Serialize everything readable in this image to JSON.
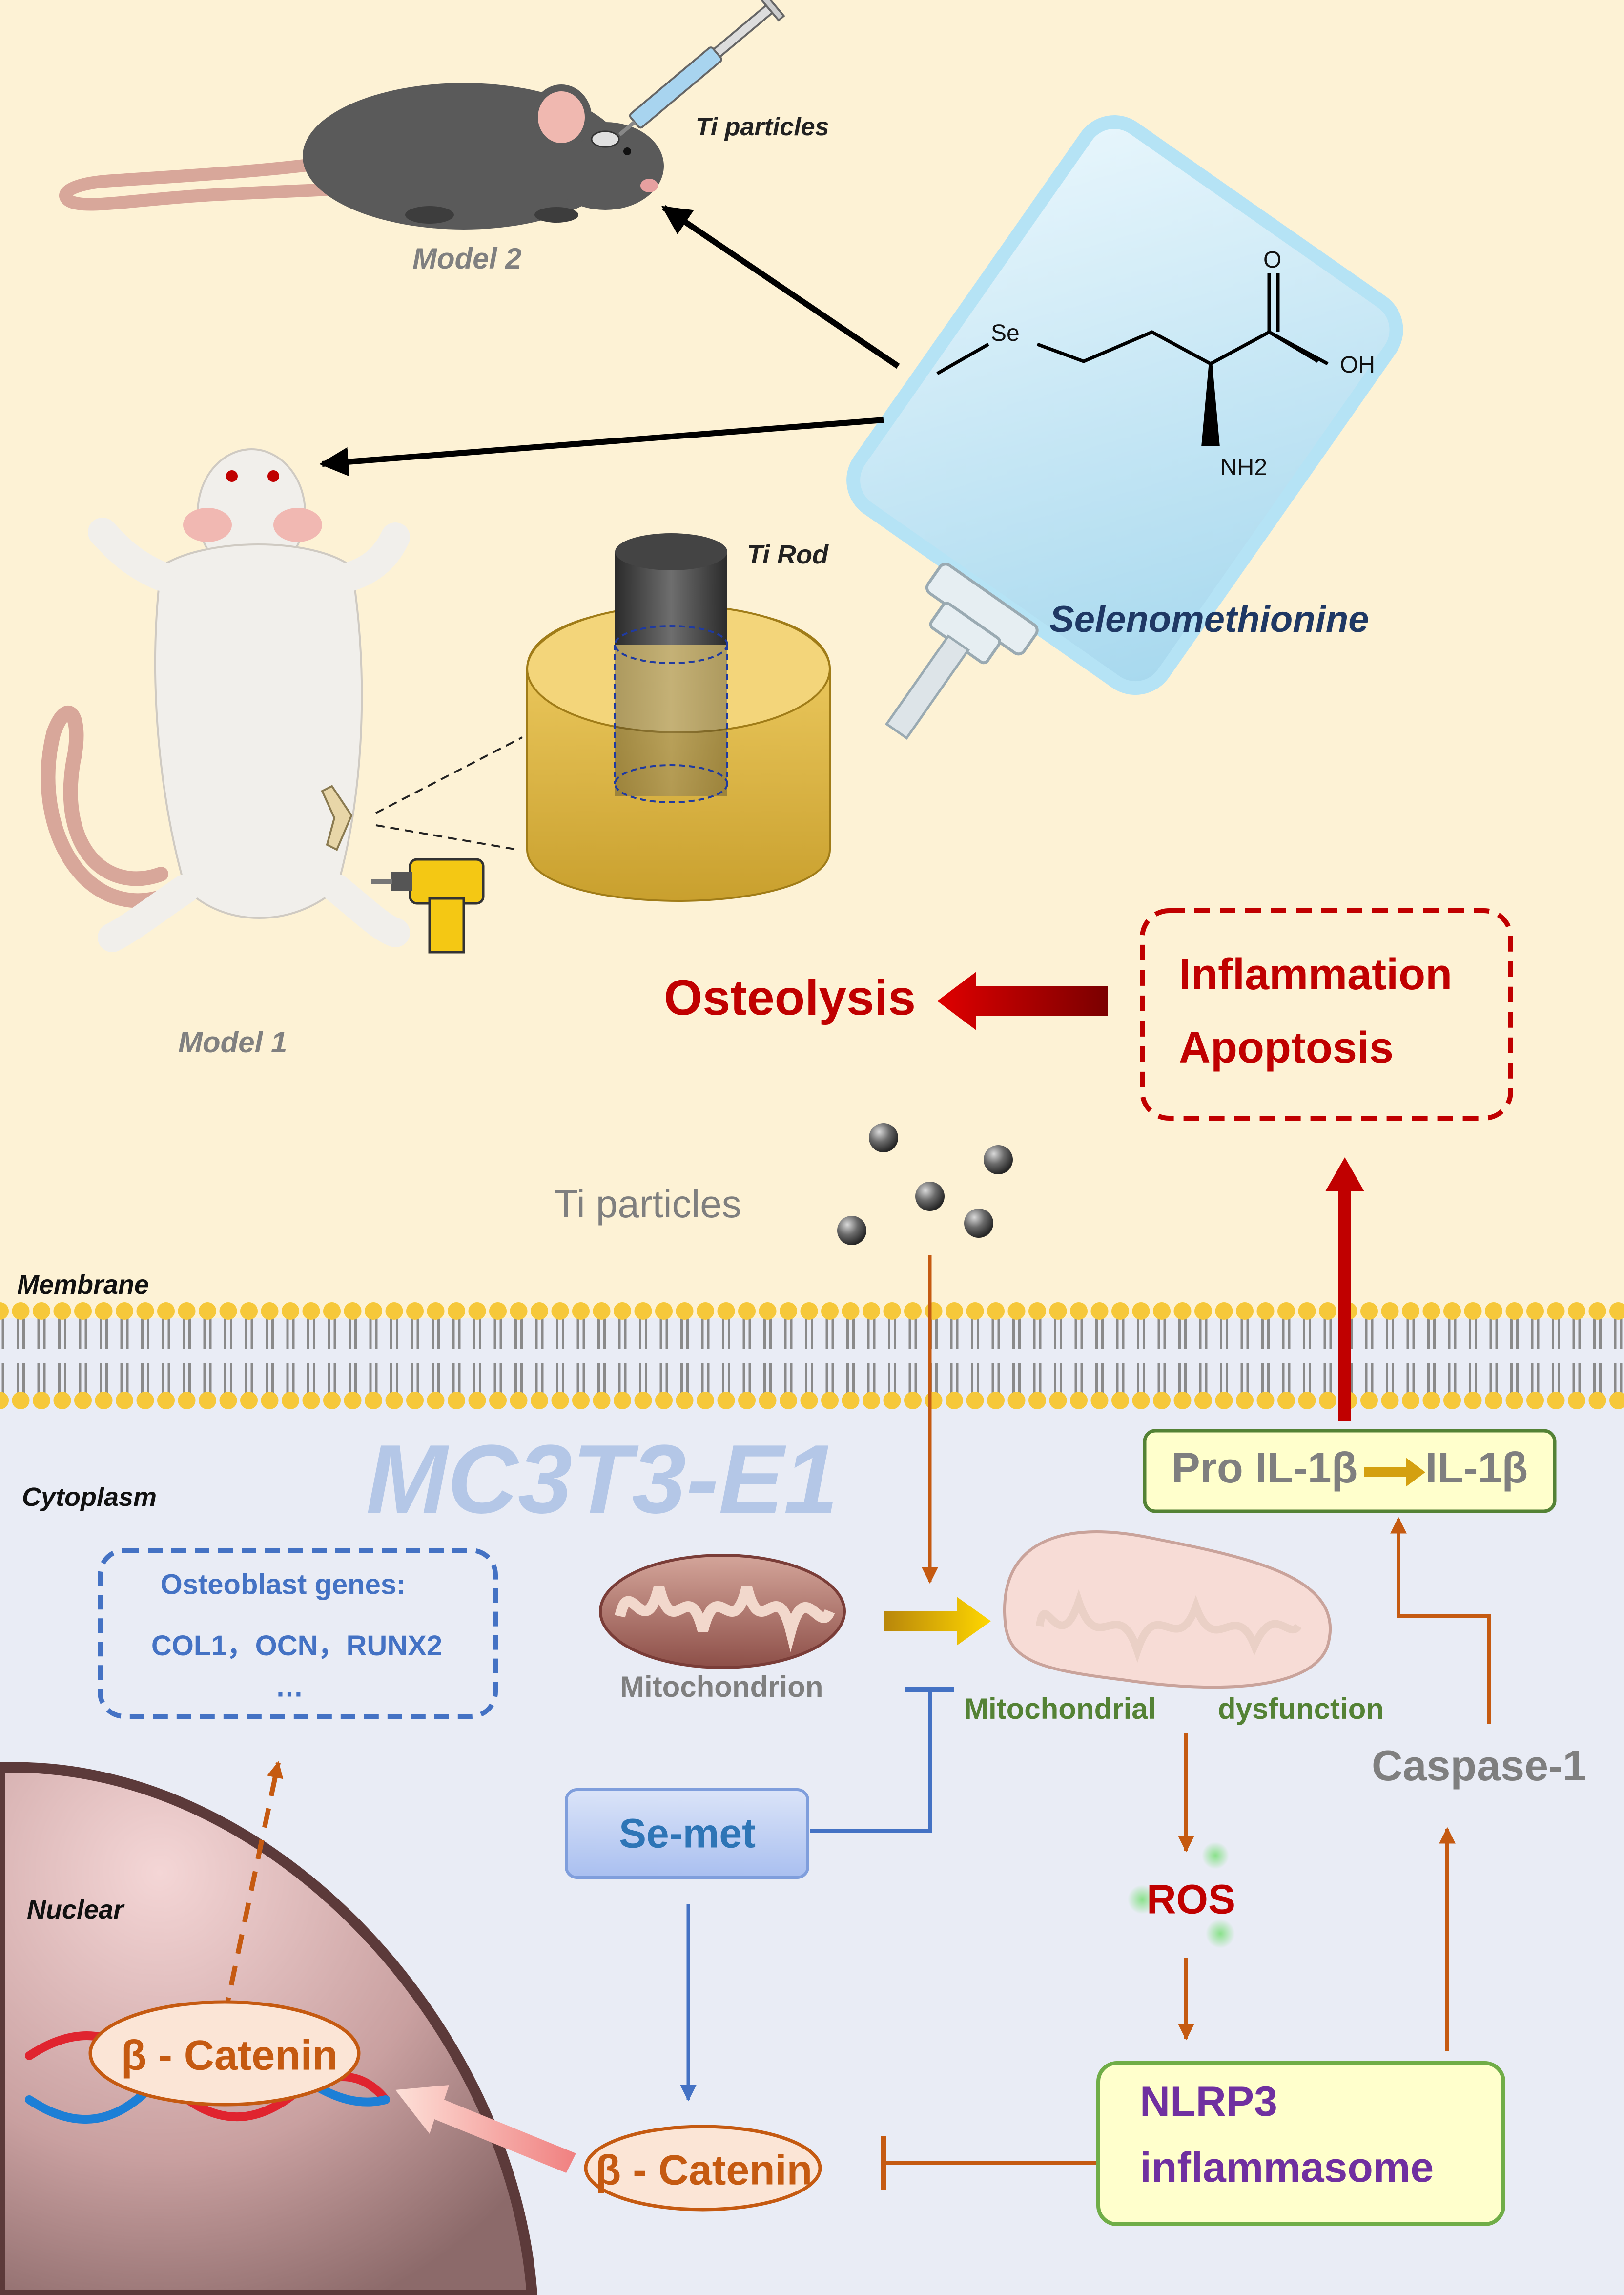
{
  "labels": {
    "ti_particles_top": "Ti particles",
    "model2": "Model 2",
    "model1": "Model 1",
    "ti_rod": "Ti Rod",
    "selenomethionine": "Selenomethionine",
    "se": "Se",
    "oh": "OH",
    "o": "O",
    "nh2": "NH2",
    "osteolysis": "Osteolysis",
    "inflammation": "Inflammation",
    "apoptosis": "Apoptosis",
    "ti_particles_mid": "Ti particles",
    "membrane": "Membrane",
    "cytoplasm": "Cytoplasm",
    "cell_line": "MC3T3-E1",
    "pro_il": "Pro IL-1β",
    "il": "IL-1β",
    "osteoblast_genes": "Osteoblast genes:",
    "genes_list": "COL1，OCN，RUNX2",
    "ellipsis": "…",
    "mitochondrion": "Mitochondrion",
    "mito_dysfunction_1": "Mitochondrial",
    "mito_dysfunction_2": "dysfunction",
    "semet": "Se-met",
    "caspase": "Caspase-1",
    "ros": "ROS",
    "nuclear": "Nuclear",
    "catenin_nuclear": "β - Catenin",
    "catenin_cyto": "β - Catenin",
    "nlrp3_1": "NLRP3",
    "nlrp3_2": "inflammasome"
  },
  "colors": {
    "top_bg": "#fdf2d5",
    "bottom_bg": "#e9ecf5",
    "dark_red": "#c00000",
    "orange_arrow": "#c55a11",
    "blue_arrow": "#4472c4",
    "green_text": "#548235",
    "purple_text": "#7030a0",
    "gray_text": "#7f7f7f",
    "navy_text": "#1f3864"
  }
}
